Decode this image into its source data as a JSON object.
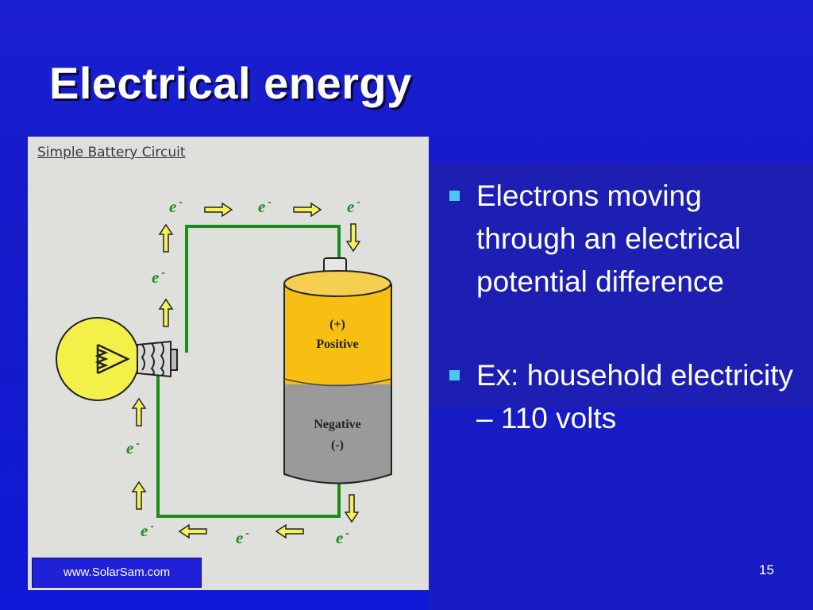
{
  "slide": {
    "title": "Electrical energy",
    "bullets": [
      "Electrons moving through an electrical potential difference",
      "Ex: household electricity – 110 volts"
    ],
    "page_number": "15"
  },
  "figure": {
    "title": "Simple Battery Circuit",
    "credit": "www.SolarSam.com",
    "battery_top_label": [
      "(+)",
      "Positive"
    ],
    "battery_bottom_label": [
      "Negative",
      "(-)"
    ],
    "electron_label": "e",
    "electron_superscript": "-"
  },
  "colors": {
    "background": "#1416c8",
    "wire": "#1a8c1a",
    "arrow_fill": "#f4f05a",
    "battery_positive": "#f7bf12",
    "battery_negative": "#9a9a9a",
    "bulb": "#f4f04a",
    "bullet_marker": "#4fc6f0",
    "electron_text": "#1a8c1a"
  }
}
